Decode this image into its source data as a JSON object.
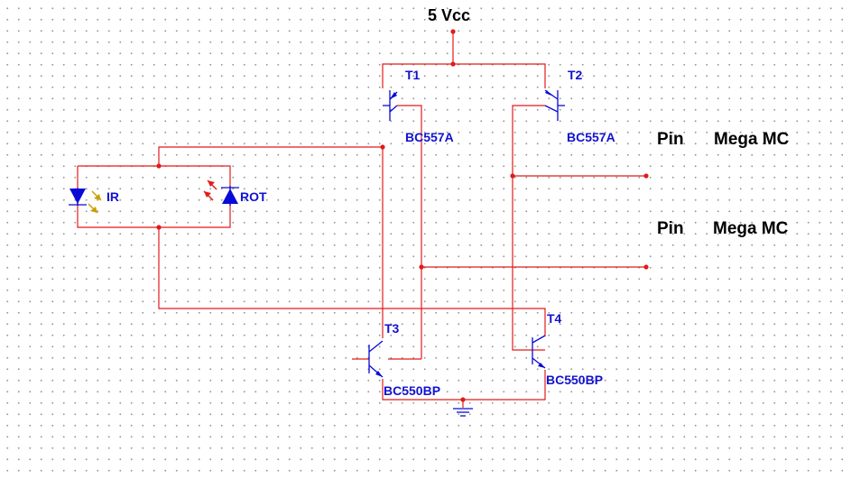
{
  "supply": {
    "label": "5 Vcc"
  },
  "transistors": [
    {
      "ref": "T1",
      "part": "BC557A"
    },
    {
      "ref": "T2",
      "part": "BC557A"
    },
    {
      "ref": "T3",
      "part": "BC550BP"
    },
    {
      "ref": "T4",
      "part": "BC550BP"
    }
  ],
  "leds": [
    {
      "label": "IR"
    },
    {
      "label": "ROT"
    }
  ],
  "outputs": [
    {
      "pin": "Pin",
      "target": "Mega MC"
    },
    {
      "pin": "Pin",
      "target": "Mega MC"
    }
  ],
  "colors": {
    "wire": "#e21a1a",
    "component": "#0a0ad6",
    "component_label": "#1212d0",
    "ir_arrow": "#c8a000",
    "rot_arrow": "#e21a1a",
    "grid_dot": "#9a9a9a"
  },
  "icons": {
    "ground": "ground-symbol-icon",
    "pnp": "pnp-transistor-icon",
    "npn": "npn-transistor-icon",
    "led": "led-diode-icon"
  }
}
